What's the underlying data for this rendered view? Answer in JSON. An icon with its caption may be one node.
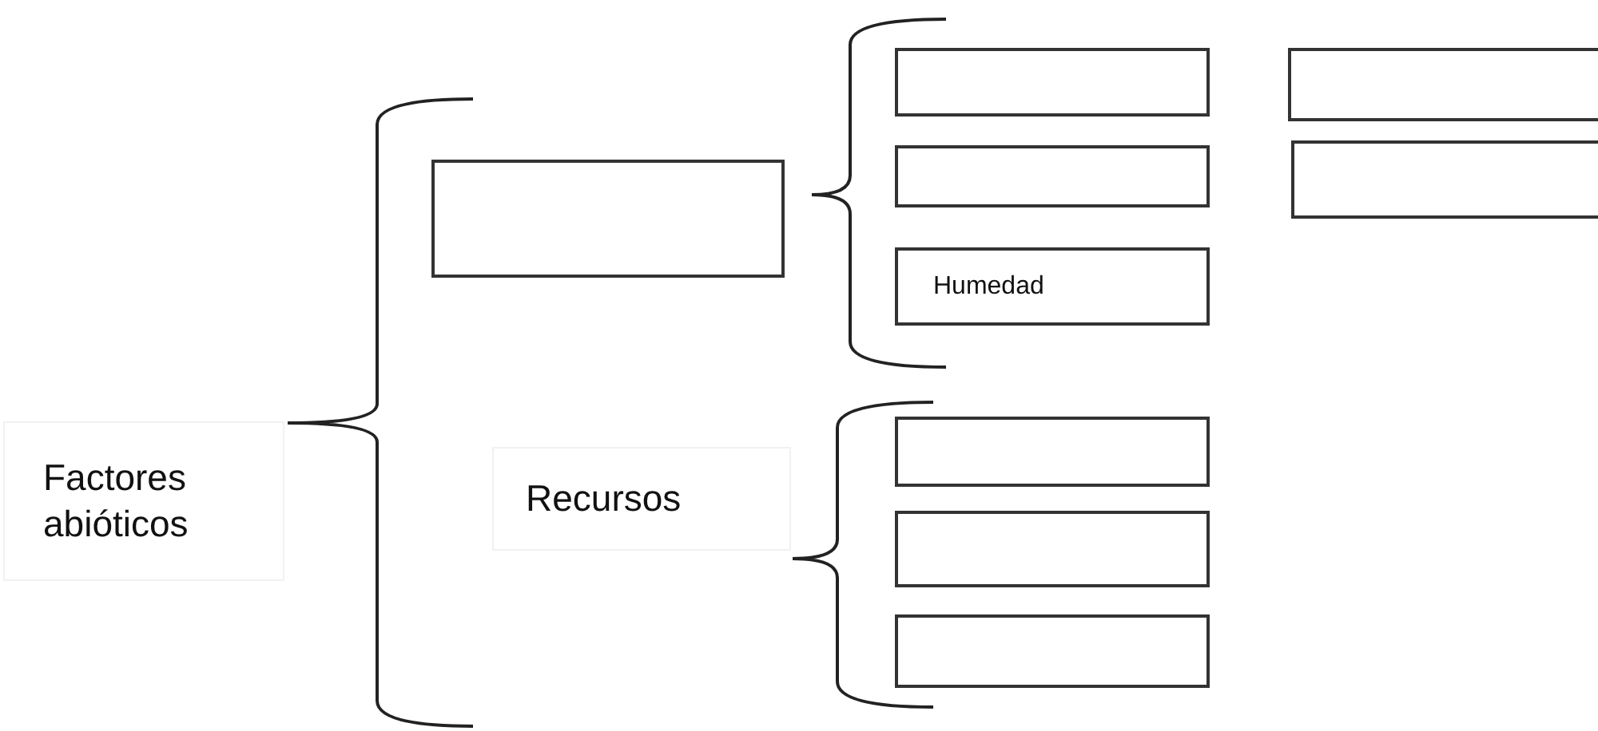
{
  "diagram": {
    "nodes": [
      {
        "text": [
          "Factores abióticos"
        ]
      },
      {
        "text": [],
        "shape": "box"
      },
      {
        "text": [],
        "shape": "box"
      },
      {
        "text": [],
        "shape": "box"
      },
      {
        "text": [],
        "shape": "box"
      },
      {
        "text": [],
        "shape": "box"
      },
      {
        "text": [
          "Humedad"
        ]
      },
      {
        "text": [
          "Recursos"
        ]
      },
      {
        "text": [],
        "shape": "box"
      },
      {
        "text": [],
        "shape": "box"
      },
      {
        "text": [],
        "shape": "box"
      }
    ]
  }
}
